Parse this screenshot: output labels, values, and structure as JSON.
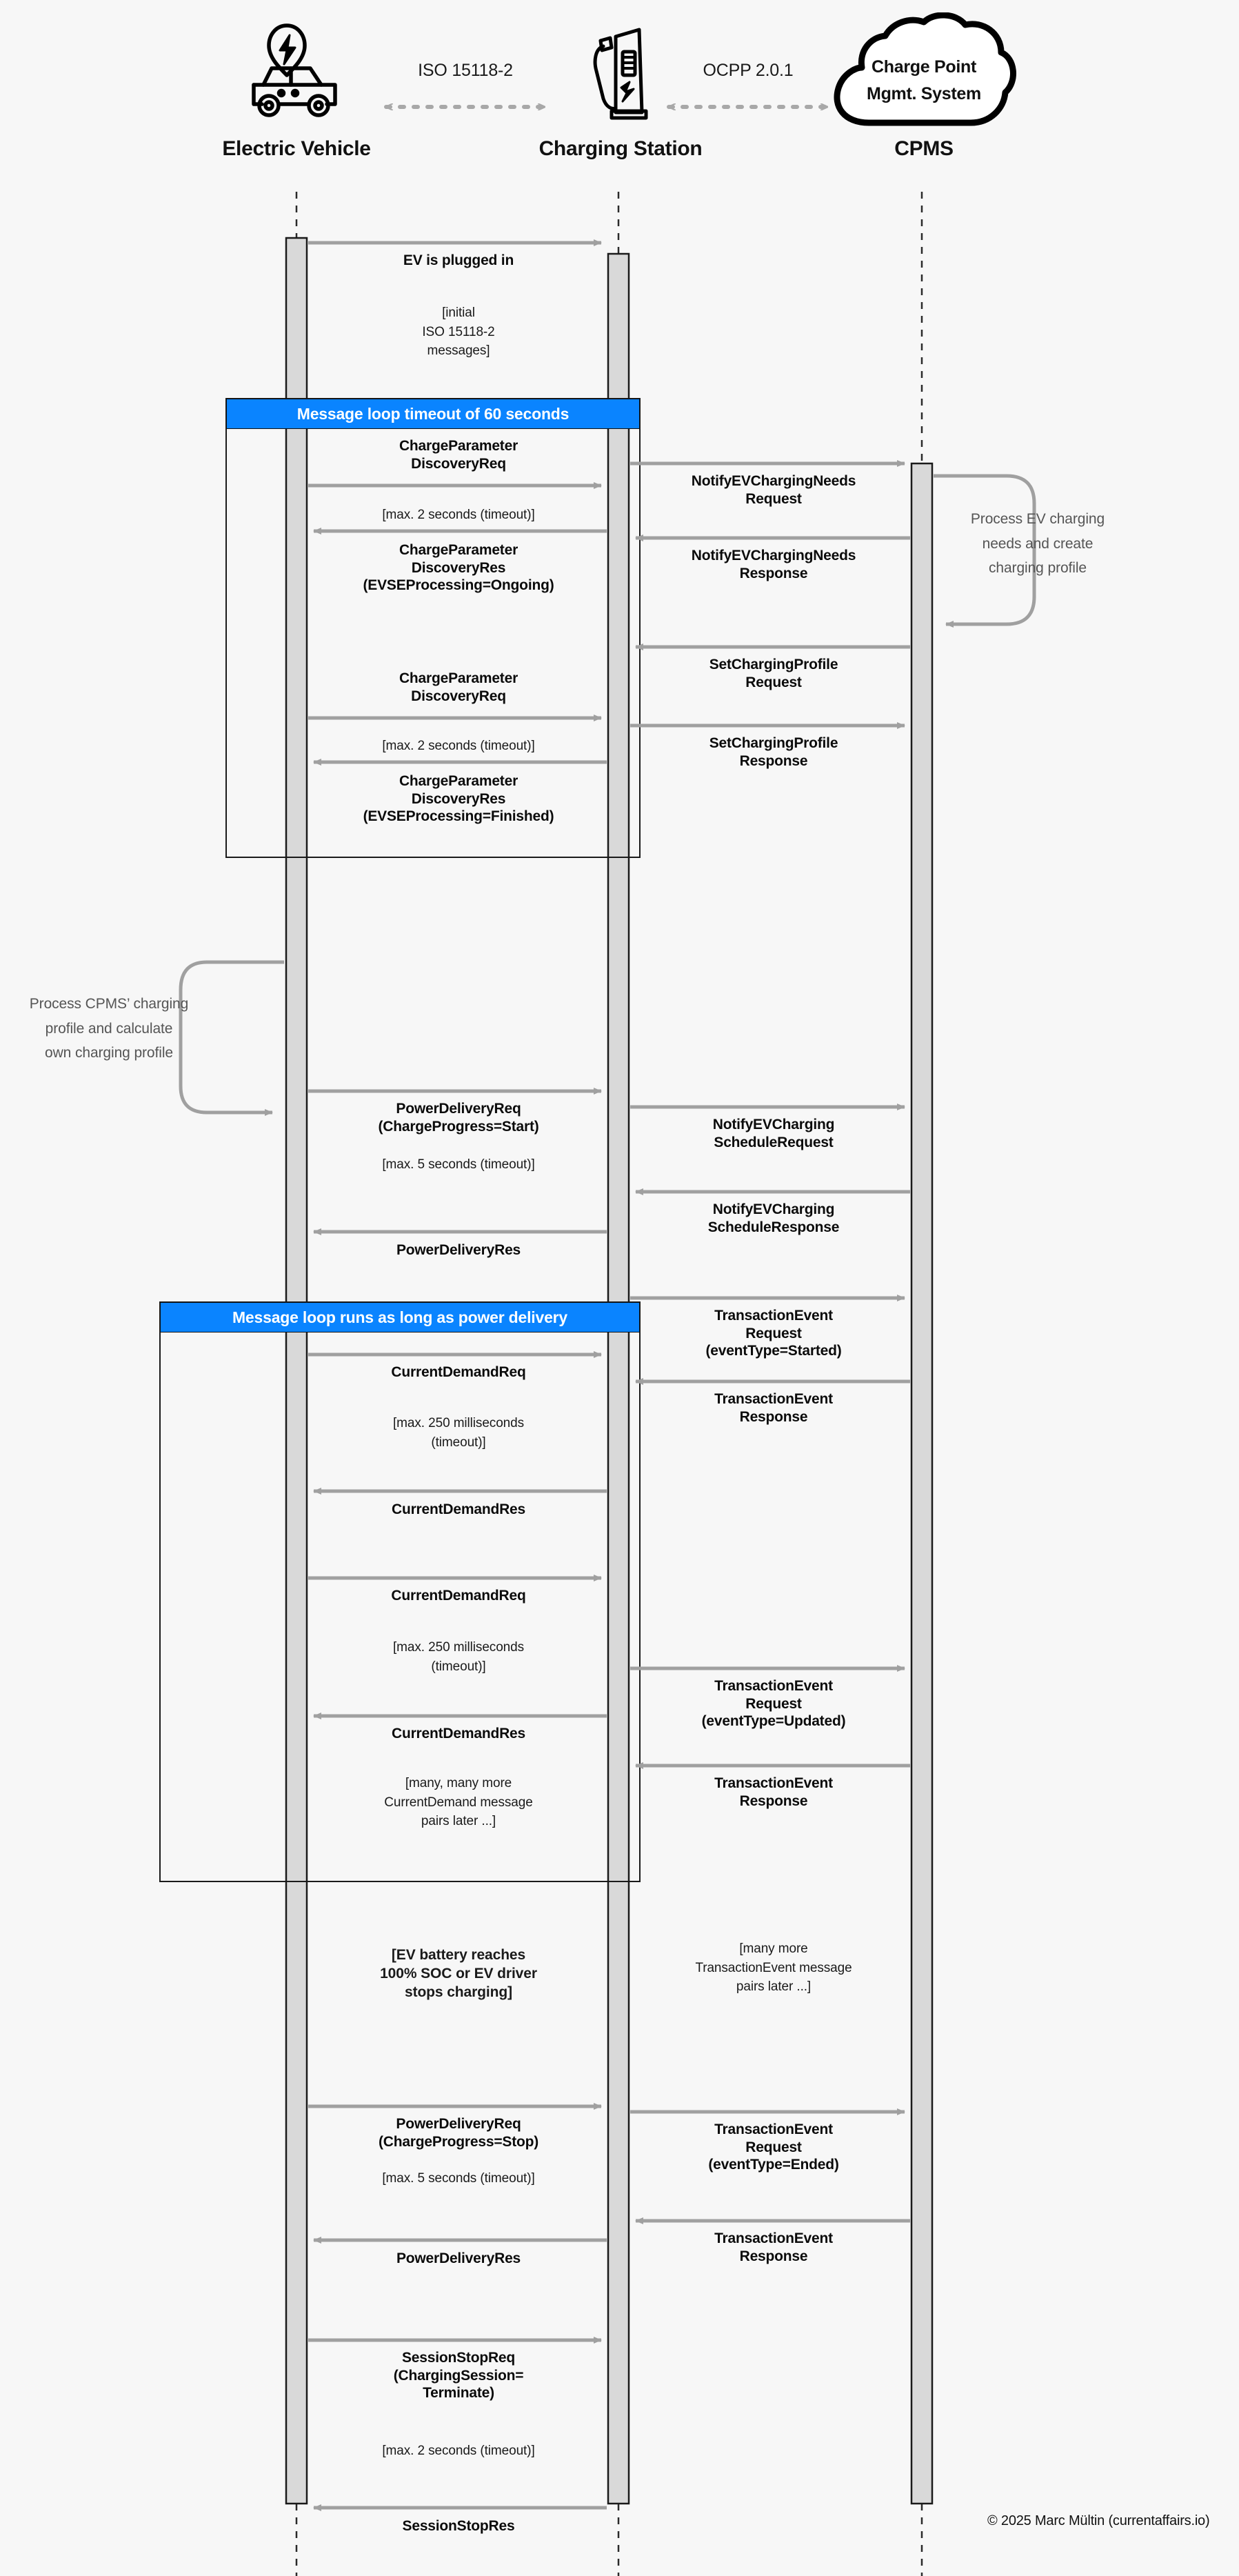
{
  "actors": [
    {
      "id": "ev",
      "name": "Electric Vehicle",
      "icon": "electric-car-icon"
    },
    {
      "id": "cs",
      "name": "Charging Station",
      "icon": "charging-station-icon"
    },
    {
      "id": "cpms",
      "name": "CPMS",
      "icon": "cloud-icon"
    }
  ],
  "cloud_label": {
    "line1": "Charge Point",
    "line2": "Mgmt. System"
  },
  "protocols": [
    {
      "id": "iso",
      "label": "ISO 15118-2"
    },
    {
      "id": "ocpp",
      "label": "OCPP 2.0.1"
    }
  ],
  "loops": [
    {
      "id": "loop1",
      "label": "Message loop timeout of 60 seconds"
    },
    {
      "id": "loop2",
      "label": "Message loop runs as long as power delivery"
    }
  ],
  "self_notes": [
    {
      "id": "cpms-note",
      "text": "Process EV charging needs and create charging profile"
    },
    {
      "id": "ev-note",
      "text": "Process CPMS’ charging profile and calculate own charging profile"
    }
  ],
  "self_note_lines": {
    "cpms": [
      "Process EV charging",
      "needs and create",
      "charging profile"
    ],
    "ev": [
      "Process CPMS’ charging",
      "profile and calculate",
      "own charging profile"
    ]
  },
  "messages_left": [
    {
      "id": "m01",
      "lines": [
        "EV is plugged in"
      ],
      "dir": "right"
    },
    {
      "id": "m02",
      "lines": [
        "ChargeParameter",
        "DiscoveryReq"
      ],
      "dir": "right"
    },
    {
      "id": "m03",
      "lines": [
        "ChargeParameter",
        "DiscoveryRes",
        "(EVSEProcessing=Ongoing)"
      ],
      "dir": "left"
    },
    {
      "id": "m04",
      "lines": [
        "ChargeParameter",
        "DiscoveryReq"
      ],
      "dir": "right"
    },
    {
      "id": "m05",
      "lines": [
        "ChargeParameter",
        "DiscoveryRes",
        "(EVSEProcessing=Finished)"
      ],
      "dir": "left"
    },
    {
      "id": "m06",
      "lines": [
        "PowerDeliveryReq",
        "(ChargeProgress=Start)"
      ],
      "dir": "right"
    },
    {
      "id": "m07",
      "lines": [
        "PowerDeliveryRes"
      ],
      "dir": "left"
    },
    {
      "id": "m08",
      "lines": [
        "CurrentDemandReq"
      ],
      "dir": "right"
    },
    {
      "id": "m09",
      "lines": [
        "CurrentDemandRes"
      ],
      "dir": "left"
    },
    {
      "id": "m10",
      "lines": [
        "CurrentDemandReq"
      ],
      "dir": "right"
    },
    {
      "id": "m11",
      "lines": [
        "CurrentDemandRes"
      ],
      "dir": "left"
    },
    {
      "id": "m12",
      "lines": [
        "PowerDeliveryReq",
        "(ChargeProgress=Stop)"
      ],
      "dir": "right"
    },
    {
      "id": "m13",
      "lines": [
        "PowerDeliveryRes"
      ],
      "dir": "left"
    },
    {
      "id": "m14",
      "lines": [
        "SessionStopReq",
        "(ChargingSession=",
        "Terminate)"
      ],
      "dir": "right"
    },
    {
      "id": "m15",
      "lines": [
        "SessionStopRes"
      ],
      "dir": "left"
    }
  ],
  "messages_right": [
    {
      "id": "r01",
      "lines": [
        "NotifyEVChargingNeeds",
        "Request"
      ],
      "dir": "right"
    },
    {
      "id": "r02",
      "lines": [
        "NotifyEVChargingNeeds",
        "Response"
      ],
      "dir": "left"
    },
    {
      "id": "r03",
      "lines": [
        "SetChargingProfile",
        "Request"
      ],
      "dir": "left"
    },
    {
      "id": "r04",
      "lines": [
        "SetChargingProfile",
        "Response"
      ],
      "dir": "right"
    },
    {
      "id": "r05",
      "lines": [
        "NotifyEVCharging",
        "ScheduleRequest"
      ],
      "dir": "right"
    },
    {
      "id": "r06",
      "lines": [
        "NotifyEVCharging",
        "ScheduleResponse"
      ],
      "dir": "left"
    },
    {
      "id": "r07",
      "lines": [
        "TransactionEvent",
        "Request",
        "(eventType=Started)"
      ],
      "dir": "right"
    },
    {
      "id": "r08",
      "lines": [
        "TransactionEvent",
        "Response"
      ],
      "dir": "left"
    },
    {
      "id": "r09",
      "lines": [
        "TransactionEvent",
        "Request",
        "(eventType=Updated)"
      ],
      "dir": "right"
    },
    {
      "id": "r10",
      "lines": [
        "TransactionEvent",
        "Response"
      ],
      "dir": "left"
    },
    {
      "id": "r11",
      "lines": [
        "TransactionEvent",
        "Request",
        "(eventType=Ended)"
      ],
      "dir": "right"
    },
    {
      "id": "r12",
      "lines": [
        "TransactionEvent",
        "Response"
      ],
      "dir": "left"
    }
  ],
  "notes_left": [
    {
      "id": "n01",
      "lines": [
        "[initial",
        "ISO 15118-2",
        "messages]"
      ],
      "bold": false
    },
    {
      "id": "n02",
      "lines": [
        "[max. 2 seconds (timeout)]"
      ],
      "bold": false
    },
    {
      "id": "n03",
      "lines": [
        "[max. 2 seconds (timeout)]"
      ],
      "bold": false
    },
    {
      "id": "n04",
      "lines": [
        "[max. 5 seconds (timeout)]"
      ],
      "bold": false
    },
    {
      "id": "n05",
      "lines": [
        "[max. 250 milliseconds",
        "(timeout)]"
      ],
      "bold": false
    },
    {
      "id": "n06",
      "lines": [
        "[max. 250 milliseconds",
        "(timeout)]"
      ],
      "bold": false
    },
    {
      "id": "n07",
      "lines": [
        "[many, many more",
        "CurrentDemand message",
        "pairs later ...]"
      ],
      "bold": false
    },
    {
      "id": "n08",
      "lines": [
        "[EV battery reaches",
        "100% SOC or EV driver",
        "stops charging]"
      ],
      "bold": true
    },
    {
      "id": "n09",
      "lines": [
        "[max. 5 seconds (timeout)]"
      ],
      "bold": false
    },
    {
      "id": "n10",
      "lines": [
        "[max. 2 seconds (timeout)]"
      ],
      "bold": false
    }
  ],
  "notes_right": [
    {
      "id": "rn01",
      "lines": [
        "[many more",
        "TransactionEvent message",
        "pairs later ...]"
      ],
      "bold": false
    }
  ],
  "copyright": "© 2025 Marc Mültin (currentaffairs.io)",
  "colors": {
    "background": "#f7f7f7",
    "loop_header": "#0a84ff",
    "arrow": "#a0a0a0",
    "activation_fill": "#d9d9d9",
    "activation_stroke": "#1a1a1a",
    "note_text": "#555555"
  }
}
